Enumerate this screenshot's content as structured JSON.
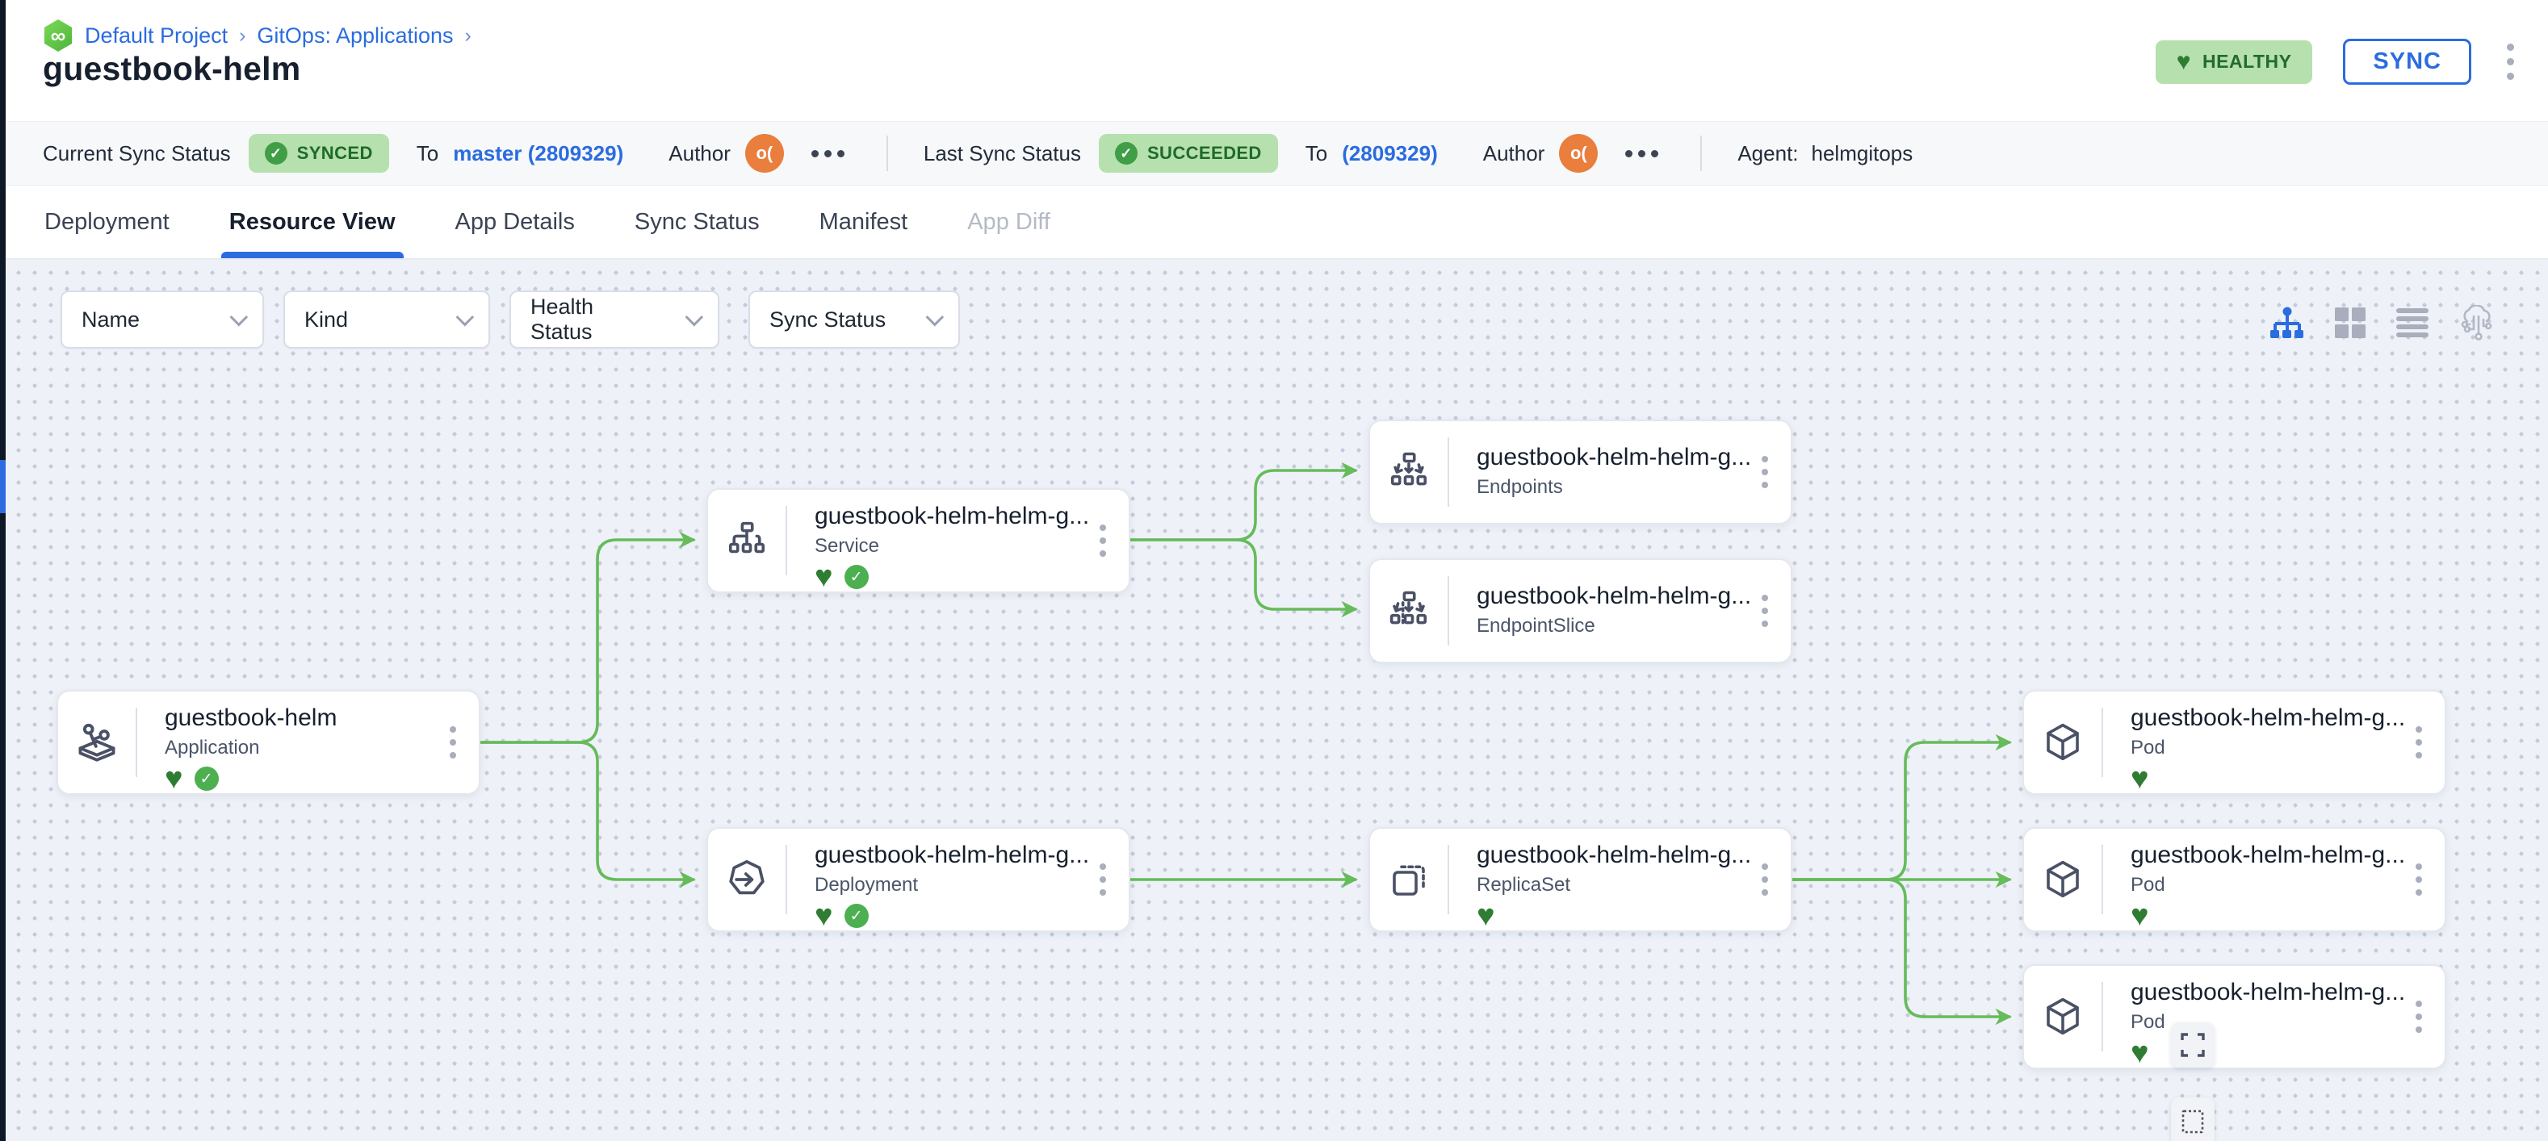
{
  "breadcrumb": {
    "logo": "codefresh-logo",
    "items": [
      {
        "label": "Default Project"
      },
      {
        "label": "GitOps: Applications"
      }
    ],
    "separator": "›"
  },
  "page": {
    "title": "guestbook-helm"
  },
  "header_actions": {
    "health_badge": "HEALTHY",
    "sync_button": "SYNC"
  },
  "status_bar": {
    "current": {
      "label": "Current Sync Status",
      "badge": "SYNCED",
      "to_label": "To",
      "revision": "master (2809329)",
      "author_label": "Author",
      "author_initials": "o("
    },
    "last": {
      "label": "Last Sync Status",
      "badge": "SUCCEEDED",
      "to_label": "To",
      "revision": "(2809329)",
      "author_label": "Author",
      "author_initials": "o("
    },
    "agent": {
      "label": "Agent:",
      "value": "helmgitops"
    }
  },
  "tabs": [
    {
      "label": "Deployment",
      "state": "normal"
    },
    {
      "label": "Resource View",
      "state": "active"
    },
    {
      "label": "App Details",
      "state": "normal"
    },
    {
      "label": "Sync Status",
      "state": "normal"
    },
    {
      "label": "Manifest",
      "state": "normal"
    },
    {
      "label": "App Diff",
      "state": "disabled"
    }
  ],
  "filters": [
    {
      "label": "Name"
    },
    {
      "label": "Kind"
    },
    {
      "label": "Health Status"
    },
    {
      "label": "Sync Status"
    }
  ],
  "view_toggles": [
    {
      "name": "tree-view",
      "active": true
    },
    {
      "name": "grid-view",
      "active": false
    },
    {
      "name": "list-view",
      "active": false
    },
    {
      "name": "network-view",
      "active": false
    }
  ],
  "canvas": {
    "nodes": [
      {
        "title": "guestbook-helm",
        "kind": "Application",
        "healthy": true,
        "synced": true
      },
      {
        "title": "guestbook-helm-helm-g...",
        "kind": "Service",
        "healthy": true,
        "synced": true
      },
      {
        "title": "guestbook-helm-helm-g...",
        "kind": "Endpoints",
        "healthy": false,
        "synced": false
      },
      {
        "title": "guestbook-helm-helm-g...",
        "kind": "EndpointSlice",
        "healthy": false,
        "synced": false
      },
      {
        "title": "guestbook-helm-helm-g...",
        "kind": "Deployment",
        "healthy": true,
        "synced": true
      },
      {
        "title": "guestbook-helm-helm-g...",
        "kind": "ReplicaSet",
        "healthy": true,
        "synced": false
      },
      {
        "title": "guestbook-helm-helm-g...",
        "kind": "Pod",
        "healthy": true,
        "synced": false
      },
      {
        "title": "guestbook-helm-helm-g...",
        "kind": "Pod",
        "healthy": true,
        "synced": false
      },
      {
        "title": "guestbook-helm-helm-g...",
        "kind": "Pod",
        "healthy": true,
        "synced": false
      }
    ],
    "edges": [
      {
        "from": "Application",
        "to": "Service"
      },
      {
        "from": "Application",
        "to": "Deployment"
      },
      {
        "from": "Service",
        "to": "Endpoints"
      },
      {
        "from": "Service",
        "to": "EndpointSlice"
      },
      {
        "from": "Deployment",
        "to": "ReplicaSet"
      },
      {
        "from": "ReplicaSet",
        "to": "Pod"
      },
      {
        "from": "ReplicaSet",
        "to": "Pod"
      },
      {
        "from": "ReplicaSet",
        "to": "Pod"
      }
    ]
  },
  "colors": {
    "accent_blue": "#2b6cdf",
    "edge_green": "#66bb5a",
    "healthy_heart": "#2e7d32",
    "synced_check": "#4caf50",
    "badge_bg": "#b6e0ae",
    "badge_text": "#1d6b2a",
    "avatar_orange": "#ea7e3d",
    "canvas_bg": "#eef2f8"
  }
}
